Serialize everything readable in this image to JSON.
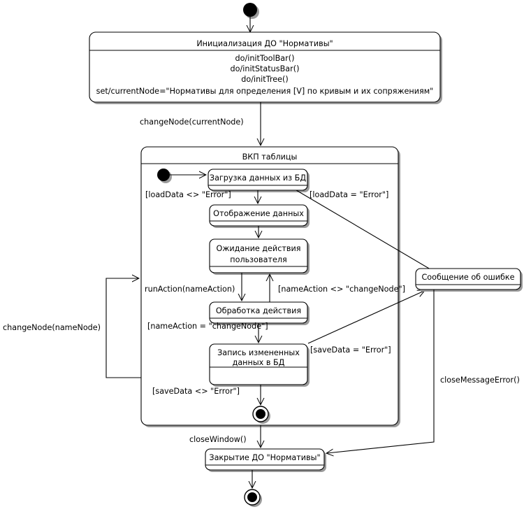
{
  "diagram": {
    "kind": "uml-state-machine",
    "title_visible": false,
    "background": "#ffffff",
    "line_color": "#000000",
    "shadow_color": "#9a9a9a"
  },
  "nodes": {
    "start": {
      "name": "initial-pseudostate",
      "type": "initial"
    },
    "init_state": {
      "name": "Инициализация ДО \"Нормативы\"",
      "actions": [
        "do/initToolBar()",
        "do/initStatusBar()",
        "do/initTree()",
        "set/currentNode=\"Нормативы для определения [V] по кривым и их сопряжениям\""
      ]
    },
    "composite": {
      "name": "ВКП таблицы"
    },
    "inner_start": {
      "name": "inner-initial-pseudostate",
      "type": "initial"
    },
    "load": {
      "name": "Загрузка данных из БД"
    },
    "display": {
      "name": "Отображение данных"
    },
    "wait": {
      "name": "Ожидание действия пользователя",
      "line1": "Ожидание действия",
      "line2": "пользователя"
    },
    "process": {
      "name": "Обработка действия"
    },
    "save": {
      "name": "Запись измененных данных в БД",
      "line1": "Запись измененных",
      "line2": "данных в БД"
    },
    "inner_final": {
      "name": "inner-final-state",
      "type": "final"
    },
    "error": {
      "name": "Сообщение об ошибке"
    },
    "close": {
      "name": "Закрытие ДО \"Нормативы\""
    },
    "final": {
      "name": "final-state",
      "type": "final"
    }
  },
  "transitions": [
    {
      "id": "t-start-init",
      "from": "start",
      "to": "init_state",
      "label": ""
    },
    {
      "id": "t-init-composite",
      "from": "init_state",
      "to": "composite",
      "label": "changeNode(currentNode)"
    },
    {
      "id": "t-innerstart-load",
      "from": "inner_start",
      "to": "load",
      "label": ""
    },
    {
      "id": "t-load-display",
      "from": "load",
      "to": "display",
      "label": "[loadData <> \"Error\"]"
    },
    {
      "id": "t-load-error",
      "from": "load",
      "to": "error",
      "label": "[loadData = \"Error\"]"
    },
    {
      "id": "t-display-wait",
      "from": "display",
      "to": "wait",
      "label": ""
    },
    {
      "id": "t-wait-process",
      "from": "wait",
      "to": "process",
      "label": "runAction(nameAction)"
    },
    {
      "id": "t-process-wait",
      "from": "process",
      "to": "wait",
      "label": "[nameAction <> \"changeNode\"]"
    },
    {
      "id": "t-process-save",
      "from": "process",
      "to": "save",
      "label": "[nameAction = \"changeNode\"]"
    },
    {
      "id": "t-save-error",
      "from": "save",
      "to": "error",
      "label": "[saveData = \"Error\"]"
    },
    {
      "id": "t-save-final",
      "from": "save",
      "to": "inner_final",
      "label": "[saveData <> \"Error\"]"
    },
    {
      "id": "t-composite-loop",
      "from": "composite",
      "to": "composite",
      "label": "changeNode(nameNode)"
    },
    {
      "id": "t-composite-close",
      "from": "composite",
      "to": "close",
      "label": "closeWindow()"
    },
    {
      "id": "t-error-close",
      "from": "error",
      "to": "close",
      "label": "closeMessageError()"
    },
    {
      "id": "t-close-final",
      "from": "close",
      "to": "final",
      "label": ""
    }
  ]
}
